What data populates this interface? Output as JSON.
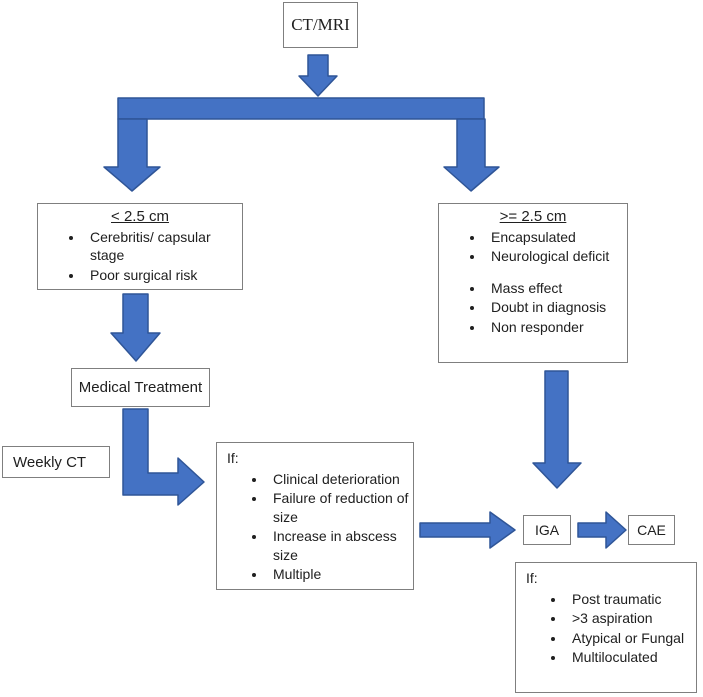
{
  "flowchart": {
    "root_box": {
      "label": "CT/MRI"
    },
    "left_branch": {
      "criteria_box": {
        "title": "< 2.5 cm",
        "bullets": [
          "Cerebritis/ capsular stage",
          "Poor surgical risk"
        ]
      },
      "treatment_box": {
        "label": "Medical Treatment"
      },
      "monitor_box": {
        "label": "Weekly CT"
      },
      "if_box": {
        "label": "If:",
        "bullets": [
          "Clinical deterioration",
          "Failure of reduction of size",
          "Increase in abscess size",
          "Multiple"
        ]
      }
    },
    "right_branch": {
      "criteria_box": {
        "title": ">= 2.5 cm",
        "bullets_group1": [
          "Encapsulated",
          "Neurological deficit"
        ],
        "bullets_group2": [
          "Mass effect",
          "Doubt in diagnosis",
          "Non responder"
        ]
      },
      "iga_box": {
        "label": "IGA"
      },
      "cae_box": {
        "label": "CAE"
      },
      "if_box": {
        "label": "If:",
        "bullets": [
          "Post traumatic",
          ">3 aspiration",
          "Atypical or Fungal",
          "Multiloculated"
        ]
      }
    },
    "colors": {
      "arrow_fill": "#4472C4",
      "arrow_stroke": "#2F5597",
      "box_border": "#7F7F7F",
      "text": "#202020"
    }
  }
}
